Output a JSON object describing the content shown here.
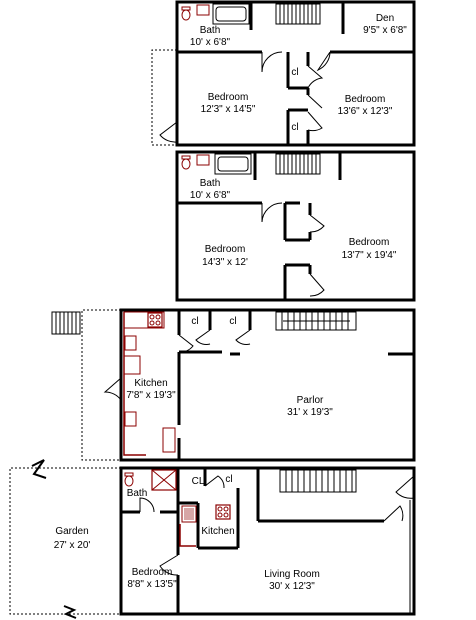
{
  "colors": {
    "wall": "#000000",
    "fixture": "#8b0000",
    "door": "#000000",
    "background": "#ffffff"
  },
  "floor4": {
    "bath": {
      "name": "Bath",
      "dims": "10' x 6'8\""
    },
    "den": {
      "name": "Den",
      "dims": "9'5\" x 6'8\""
    },
    "bedroom_left": {
      "name": "Bedroom",
      "dims": "12'3\" x 14'5\""
    },
    "bedroom_right": {
      "name": "Bedroom",
      "dims": "13'6\" x 12'3\""
    },
    "closet_top": "cl",
    "closet_bottom": "cl"
  },
  "floor3": {
    "bath": {
      "name": "Bath",
      "dims": "10' x 6'8\""
    },
    "bedroom_left": {
      "name": "Bedroom",
      "dims": "14'3\" x 12'"
    },
    "bedroom_right": {
      "name": "Bedroom",
      "dims": "13'7\" x 19'4\""
    }
  },
  "floor2": {
    "kitchen": {
      "name": "Kitchen",
      "dims": "7'8\" x 19'3\""
    },
    "parlor": {
      "name": "Parlor",
      "dims": "31' x 19'3\""
    },
    "closet_a": "cl",
    "closet_b": "cl"
  },
  "floor1": {
    "bath": {
      "name": "Bath"
    },
    "closet_big": "CL",
    "closet_small": "cl",
    "kitchen": {
      "name": "Kitchen"
    },
    "garden": {
      "name": "Garden",
      "dims": "27' x 20'"
    },
    "bedroom": {
      "name": "Bedroom",
      "dims": "8'8\" x 13'5\""
    },
    "living": {
      "name": "Living Room",
      "dims": "30' x 12'3\""
    }
  }
}
